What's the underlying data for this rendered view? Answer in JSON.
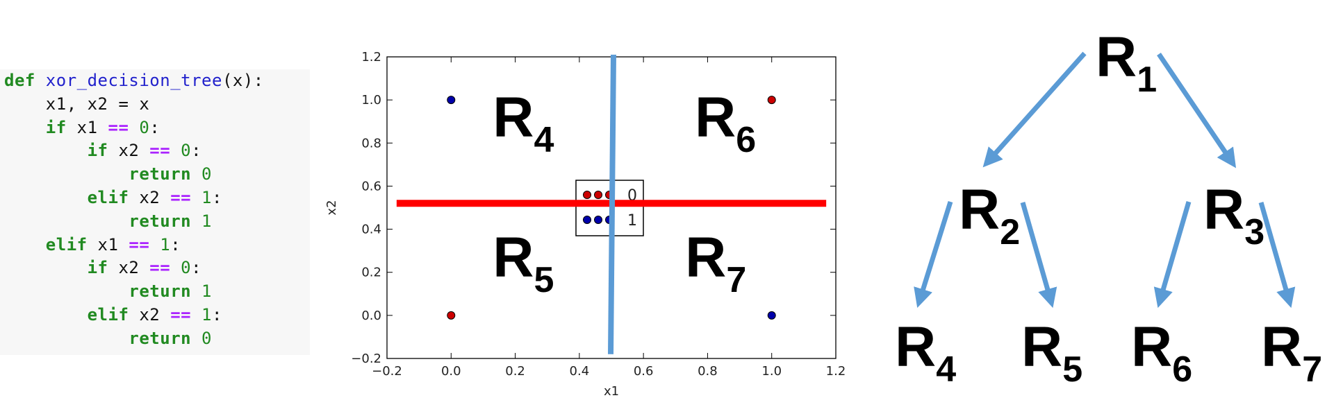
{
  "code": {
    "lines": [
      [
        {
          "t": "def ",
          "c": "kw"
        },
        {
          "t": "xor_decision_tree",
          "c": "fn"
        },
        {
          "t": "(x):",
          "c": "txt"
        }
      ],
      [
        {
          "t": "    x1, x2 = x",
          "c": "txt"
        }
      ],
      [
        {
          "t": "    ",
          "c": "txt"
        },
        {
          "t": "if",
          "c": "kw"
        },
        {
          "t": " x1 ",
          "c": "txt"
        },
        {
          "t": "==",
          "c": "op"
        },
        {
          "t": " ",
          "c": "txt"
        },
        {
          "t": "0",
          "c": "num"
        },
        {
          "t": ":",
          "c": "txt"
        }
      ],
      [
        {
          "t": "        ",
          "c": "txt"
        },
        {
          "t": "if",
          "c": "kw"
        },
        {
          "t": " x2 ",
          "c": "txt"
        },
        {
          "t": "==",
          "c": "op"
        },
        {
          "t": " ",
          "c": "txt"
        },
        {
          "t": "0",
          "c": "num"
        },
        {
          "t": ":",
          "c": "txt"
        }
      ],
      [
        {
          "t": "            ",
          "c": "txt"
        },
        {
          "t": "return",
          "c": "kw"
        },
        {
          "t": " ",
          "c": "txt"
        },
        {
          "t": "0",
          "c": "num"
        }
      ],
      [
        {
          "t": "        ",
          "c": "txt"
        },
        {
          "t": "elif",
          "c": "kw"
        },
        {
          "t": " x2 ",
          "c": "txt"
        },
        {
          "t": "==",
          "c": "op"
        },
        {
          "t": " ",
          "c": "txt"
        },
        {
          "t": "1",
          "c": "num"
        },
        {
          "t": ":",
          "c": "txt"
        }
      ],
      [
        {
          "t": "            ",
          "c": "txt"
        },
        {
          "t": "return",
          "c": "kw"
        },
        {
          "t": " ",
          "c": "txt"
        },
        {
          "t": "1",
          "c": "num"
        }
      ],
      [
        {
          "t": "    ",
          "c": "txt"
        },
        {
          "t": "elif",
          "c": "kw"
        },
        {
          "t": " x1 ",
          "c": "txt"
        },
        {
          "t": "==",
          "c": "op"
        },
        {
          "t": " ",
          "c": "txt"
        },
        {
          "t": "1",
          "c": "num"
        },
        {
          "t": ":",
          "c": "txt"
        }
      ],
      [
        {
          "t": "        ",
          "c": "txt"
        },
        {
          "t": "if",
          "c": "kw"
        },
        {
          "t": " x2 ",
          "c": "txt"
        },
        {
          "t": "==",
          "c": "op"
        },
        {
          "t": " ",
          "c": "txt"
        },
        {
          "t": "0",
          "c": "num"
        },
        {
          "t": ":",
          "c": "txt"
        }
      ],
      [
        {
          "t": "            ",
          "c": "txt"
        },
        {
          "t": "return",
          "c": "kw"
        },
        {
          "t": " ",
          "c": "txt"
        },
        {
          "t": "1",
          "c": "num"
        }
      ],
      [
        {
          "t": "        ",
          "c": "txt"
        },
        {
          "t": "elif",
          "c": "kw"
        },
        {
          "t": " x2 ",
          "c": "txt"
        },
        {
          "t": "==",
          "c": "op"
        },
        {
          "t": " ",
          "c": "txt"
        },
        {
          "t": "1",
          "c": "num"
        },
        {
          "t": ":",
          "c": "txt"
        }
      ],
      [
        {
          "t": "            ",
          "c": "txt"
        },
        {
          "t": "return",
          "c": "kw"
        },
        {
          "t": " ",
          "c": "txt"
        },
        {
          "t": "0",
          "c": "num"
        }
      ]
    ],
    "colors": {
      "kw": "#218a21",
      "fn": "#2222cc",
      "op": "#aa22ff",
      "num": "#218a21",
      "txt": "#111111"
    }
  },
  "chart_data": {
    "type": "scatter",
    "xlabel": "x1",
    "ylabel": "x2",
    "xlim": [
      -0.2,
      1.2
    ],
    "ylim": [
      -0.2,
      1.2
    ],
    "xticks": [
      "−0.2",
      "0.0",
      "0.2",
      "0.4",
      "0.6",
      "0.8",
      "1.0",
      "1.2"
    ],
    "yticks": [
      "−0.2",
      "0.0",
      "0.2",
      "0.4",
      "0.6",
      "0.8",
      "1.0",
      "1.2"
    ],
    "xtick_values": [
      -0.2,
      0.0,
      0.2,
      0.4,
      0.6,
      0.8,
      1.0,
      1.2
    ],
    "ytick_values": [
      -0.2,
      0.0,
      0.2,
      0.4,
      0.6,
      0.8,
      1.0,
      1.2
    ],
    "grid": false,
    "legend_placement": "center",
    "series": [
      {
        "name": "0",
        "color": "#cc0000",
        "x": [
          0.0,
          1.0
        ],
        "y": [
          0.0,
          1.0
        ]
      },
      {
        "name": "1",
        "color": "#0000aa",
        "x": [
          0.0,
          1.0
        ],
        "y": [
          1.0,
          0.0
        ]
      }
    ],
    "split_lines": [
      {
        "orientation": "horizontal",
        "value": 0.52,
        "from": -0.17,
        "to": 1.17,
        "color": "#ff0000"
      },
      {
        "orientation": "vertical",
        "value": 0.5,
        "from": -0.18,
        "to": 1.21,
        "color": "#5b9bd5"
      }
    ],
    "regions": [
      {
        "label": "R",
        "sub": "4",
        "x": 0.13,
        "y": 0.83
      },
      {
        "label": "R",
        "sub": "6",
        "x": 0.76,
        "y": 0.83
      },
      {
        "label": "R",
        "sub": "5",
        "x": 0.13,
        "y": 0.18
      },
      {
        "label": "R",
        "sub": "7",
        "x": 0.73,
        "y": 0.18
      }
    ]
  },
  "tree": {
    "nodes": [
      {
        "id": "R1",
        "label": "R",
        "sub": "1"
      },
      {
        "id": "R2",
        "label": "R",
        "sub": "2"
      },
      {
        "id": "R3",
        "label": "R",
        "sub": "3"
      },
      {
        "id": "R4",
        "label": "R",
        "sub": "4"
      },
      {
        "id": "R5",
        "label": "R",
        "sub": "5"
      },
      {
        "id": "R6",
        "label": "R",
        "sub": "6"
      },
      {
        "id": "R7",
        "label": "R",
        "sub": "7"
      }
    ],
    "edges": [
      [
        "R1",
        "R2"
      ],
      [
        "R1",
        "R3"
      ],
      [
        "R2",
        "R4"
      ],
      [
        "R2",
        "R5"
      ],
      [
        "R3",
        "R6"
      ],
      [
        "R3",
        "R7"
      ]
    ],
    "arrow_color": "#5b9bd5"
  }
}
